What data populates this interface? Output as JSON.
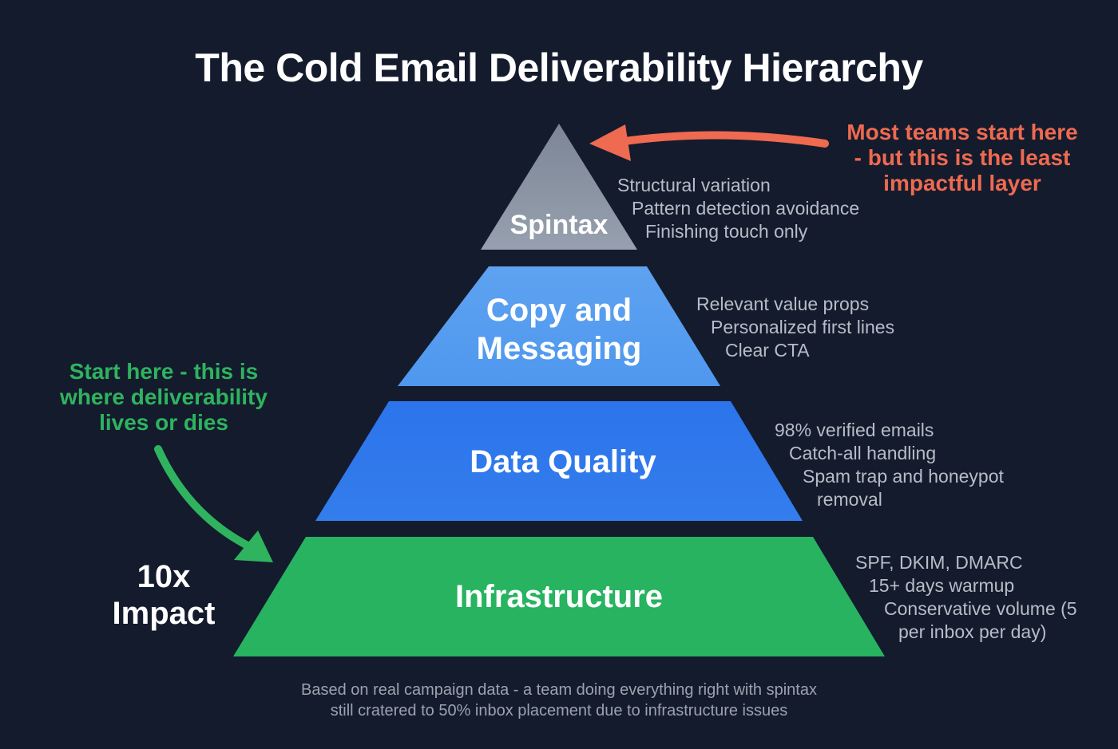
{
  "title": "The Cold Email Deliverability Hierarchy",
  "colors": {
    "background": "#141b2d",
    "spintax": "#8a94a3",
    "copy": "#5aa0f0",
    "data_quality": "#2f78ec",
    "infrastructure": "#27b360",
    "callout_red": "#ee6a50",
    "callout_green": "#2fb35f",
    "bullet_text": "#b7bcc6"
  },
  "pyramid": {
    "layers": [
      {
        "name": "Spintax",
        "label_lines": [
          "Spintax"
        ],
        "bullets": [
          "Structural variation",
          "Pattern detection avoidance",
          "Finishing touch only"
        ]
      },
      {
        "name": "Copy and Messaging",
        "label_lines": [
          "Copy and",
          "Messaging"
        ],
        "bullets": [
          "Relevant value props",
          "Personalized first lines",
          "Clear CTA"
        ]
      },
      {
        "name": "Data Quality",
        "label_lines": [
          "Data Quality"
        ],
        "bullets": [
          "98% verified emails",
          "Catch-all handling",
          "Spam trap and honeypot",
          "removal"
        ]
      },
      {
        "name": "Infrastructure",
        "label_lines": [
          "Infrastructure"
        ],
        "bullets": [
          "SPF, DKIM, DMARC",
          "15+ days warmup",
          "Conservative volume (5",
          "per inbox per day)"
        ]
      }
    ]
  },
  "callouts": {
    "top": {
      "lines": [
        "Most teams start here",
        "- but this is the least",
        "impactful layer"
      ]
    },
    "bottom": {
      "lines": [
        "Start here - this is",
        "where deliverability",
        "lives or dies"
      ]
    },
    "impact": {
      "lines": [
        "10x",
        "Impact"
      ]
    }
  },
  "footnote": {
    "lines": [
      "Based on real campaign data - a team doing everything right with spintax",
      "still cratered to 50% inbox placement due to infrastructure issues"
    ]
  }
}
